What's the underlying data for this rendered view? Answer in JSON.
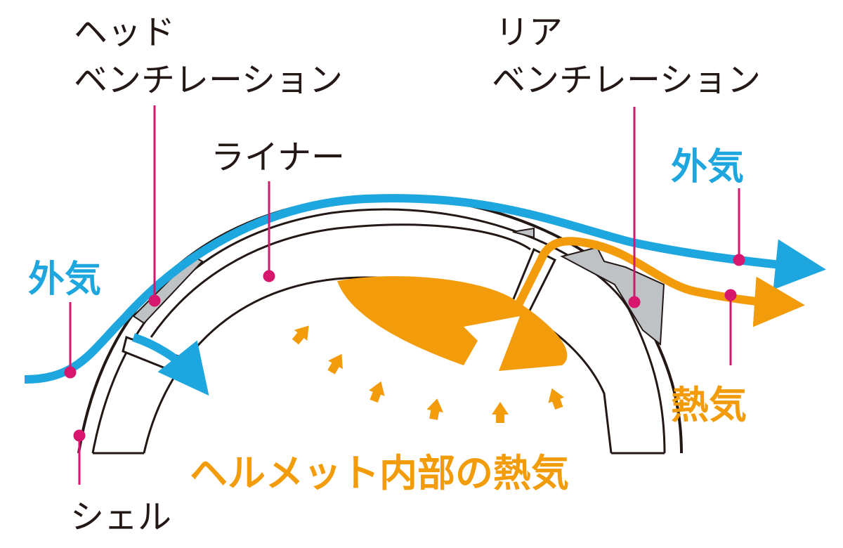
{
  "labels": {
    "head_vent_line1": "ヘッド",
    "head_vent_line2": "ベンチレーション",
    "rear_vent_line1": "リア",
    "rear_vent_line2": "ベンチレーション",
    "liner": "ライナー",
    "outside_air_left": "外気",
    "outside_air_right": "外気",
    "hot_air_right": "熱気",
    "internal_heat": "ヘルメット内部の熱気",
    "shell": "シェル"
  },
  "colors": {
    "outside_air": "#1ea7df",
    "hot_air": "#f39c0b",
    "leader_line": "#d6176d",
    "structure": "#231815",
    "vent_part": "#bfc2c4"
  }
}
